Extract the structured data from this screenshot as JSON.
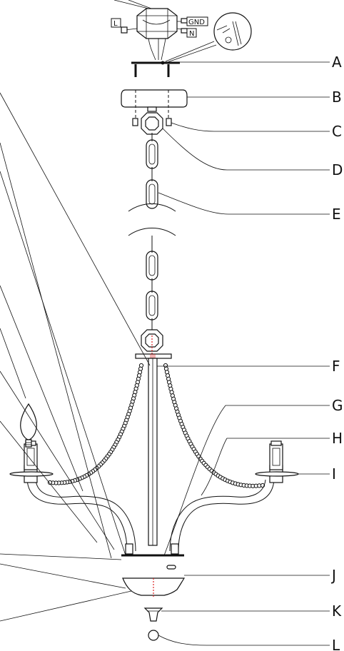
{
  "diagram": {
    "parts": [
      "A",
      "B",
      "C",
      "D",
      "E",
      "F",
      "G",
      "H",
      "I",
      "J",
      "K",
      "L"
    ],
    "wire_labels": {
      "ground": "GND",
      "neutral": "N",
      "line": "L"
    }
  }
}
